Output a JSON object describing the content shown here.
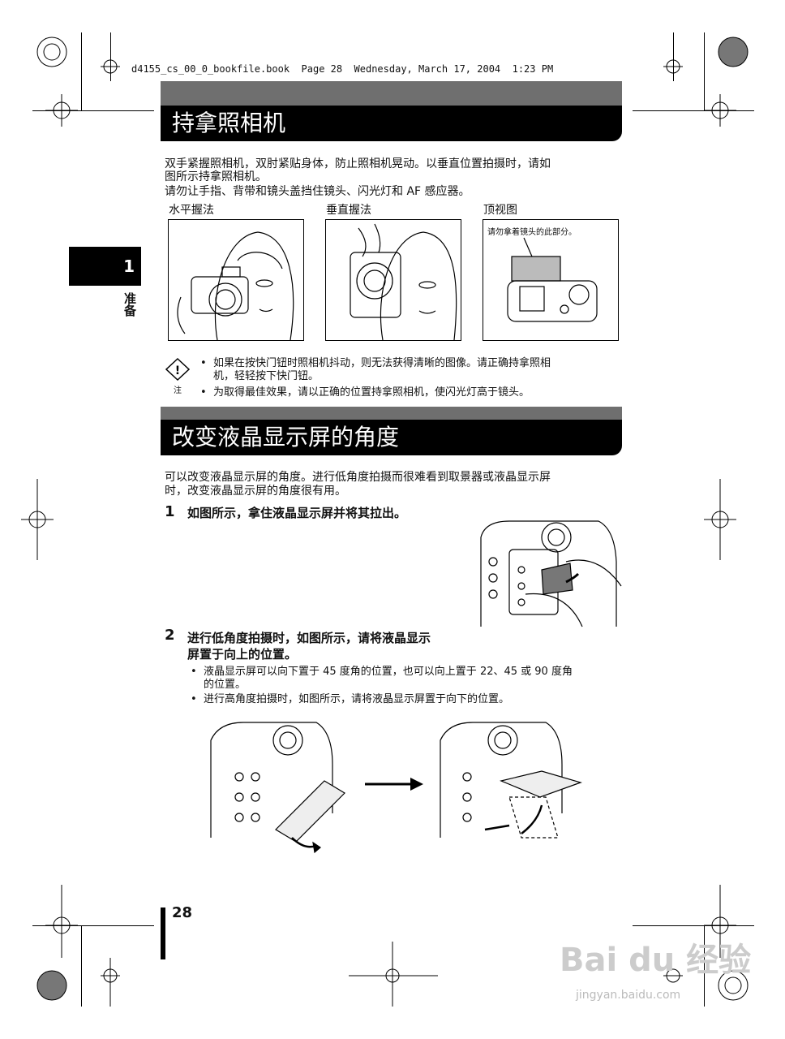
{
  "header": {
    "running_head": "d4155_cs_00_0_bookfile.book  Page 28  Wednesday, March 17, 2004  1:23 PM"
  },
  "section1": {
    "title": "持拿照相机",
    "para1_line1": "双手紧握照相机，双肘紧贴身体，防止照相机晃动。以垂直位置拍摄时，请如",
    "para1_line2": "图所示持拿照相机。",
    "para2": "请勿让手指、背带和镜头盖挡住镜头、闪光灯和 AF 感应器。",
    "figures": [
      {
        "caption": "水平握法"
      },
      {
        "caption": "垂直握法"
      },
      {
        "caption": "顶视图",
        "callout": "请勿拿着镜头的此部分。"
      }
    ],
    "note": {
      "label": "注",
      "items": [
        {
          "line1": "如果在按快门钮时照相机抖动，则无法获得清晰的图像。请正确持拿照相",
          "line2": "机，轻轻按下快门钮。"
        },
        {
          "line1": "为取得最佳效果，请以正确的位置持拿照相机，使闪光灯高于镜头。",
          "line2": ""
        }
      ]
    }
  },
  "chapter_tab": {
    "number": "1",
    "label": "准备"
  },
  "section2": {
    "title": "改变液晶显示屏的角度",
    "para_line1": "可以改变液晶显示屏的角度。进行低角度拍摄而很难看到取景器或液晶显示屏",
    "para_line2": "时，改变液晶显示屏的角度很有用。",
    "steps": [
      {
        "num": "1",
        "line1": "如图所示，拿住液晶显示屏并将其拉出。",
        "line2": ""
      },
      {
        "num": "2",
        "line1": "进行低角度拍摄时，如图所示，请将液晶显示",
        "line2": "屏置于向上的位置。"
      }
    ],
    "bullets": [
      {
        "line1": "液晶显示屏可以向下置于 45 度角的位置，也可以向上置于 22、45 或 90 度角",
        "line2": "的位置。"
      },
      {
        "line1": "进行高角度拍摄时，如图所示，请将液晶显示屏置于向下的位置。",
        "line2": ""
      }
    ]
  },
  "footer": {
    "page_number": "28"
  },
  "watermark": {
    "main": "Bai du 经验",
    "sub": "jingyan.baidu.com"
  }
}
